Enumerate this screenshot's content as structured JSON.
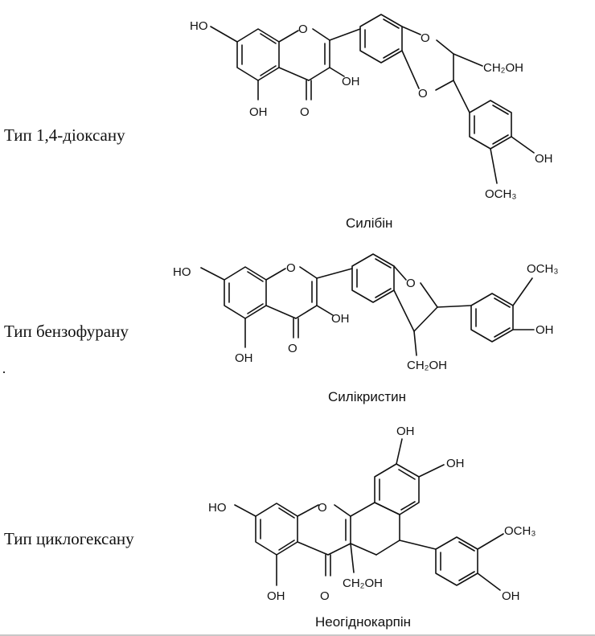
{
  "rows": [
    {
      "type_label": "Тип 1,4-діоксану",
      "compound": "Силібін",
      "groups": [
        "HO",
        "OH",
        "OH",
        "O",
        "O",
        "O",
        "O",
        "CH₂OH",
        "OH",
        "OCH₃"
      ]
    },
    {
      "type_label": "Тип  бензофурану",
      "compound": "Силікристин",
      "groups": [
        "HO",
        "OH",
        "OH",
        "O",
        "O",
        "O",
        "OCH₃",
        "OH",
        "CH₂OH"
      ]
    },
    {
      "type_label": "Тип  циклогексану",
      "compound": "Неогіднокарпін",
      "groups": [
        "OH",
        "OH",
        "HO",
        "O",
        "OH",
        "O",
        "CH₂OH",
        "OCH₃",
        "OH"
      ]
    }
  ]
}
